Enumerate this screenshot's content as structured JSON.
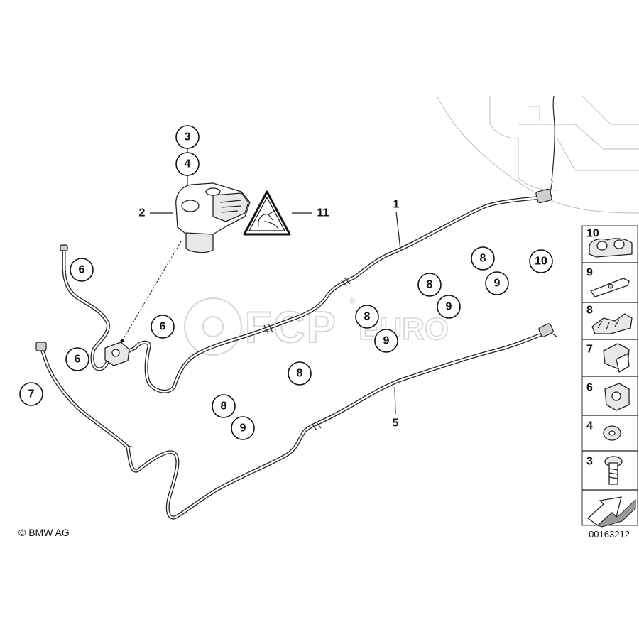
{
  "callouts": [
    {
      "id": "3",
      "label": "3"
    },
    {
      "id": "4",
      "label": "4"
    },
    {
      "id": "6a",
      "label": "6"
    },
    {
      "id": "6b",
      "label": "6"
    },
    {
      "id": "6c",
      "label": "6"
    },
    {
      "id": "7",
      "label": "7"
    },
    {
      "id": "8a",
      "label": "8"
    },
    {
      "id": "8b",
      "label": "8"
    },
    {
      "id": "8c",
      "label": "8"
    },
    {
      "id": "8d",
      "label": "8"
    },
    {
      "id": "8e",
      "label": "8"
    },
    {
      "id": "9a",
      "label": "9"
    },
    {
      "id": "9b",
      "label": "9"
    },
    {
      "id": "9c",
      "label": "9"
    },
    {
      "id": "9d",
      "label": "9"
    },
    {
      "id": "10",
      "label": "10"
    }
  ],
  "plain_labels": [
    {
      "id": "1",
      "label": "1"
    },
    {
      "id": "2",
      "label": "2"
    },
    {
      "id": "5",
      "label": "5"
    },
    {
      "id": "11",
      "label": "11"
    }
  ],
  "side_panel": {
    "items": [
      {
        "label": "10"
      },
      {
        "label": "9"
      },
      {
        "label": "8"
      },
      {
        "label": "7"
      },
      {
        "label": "6"
      },
      {
        "label": "4"
      },
      {
        "label": "3"
      }
    ]
  },
  "watermark": {
    "brand": "FCP",
    "sub": "EURO",
    "mark": "®"
  },
  "footer": {
    "copyright": "© BMW AG",
    "diagram_code": "00163212"
  }
}
